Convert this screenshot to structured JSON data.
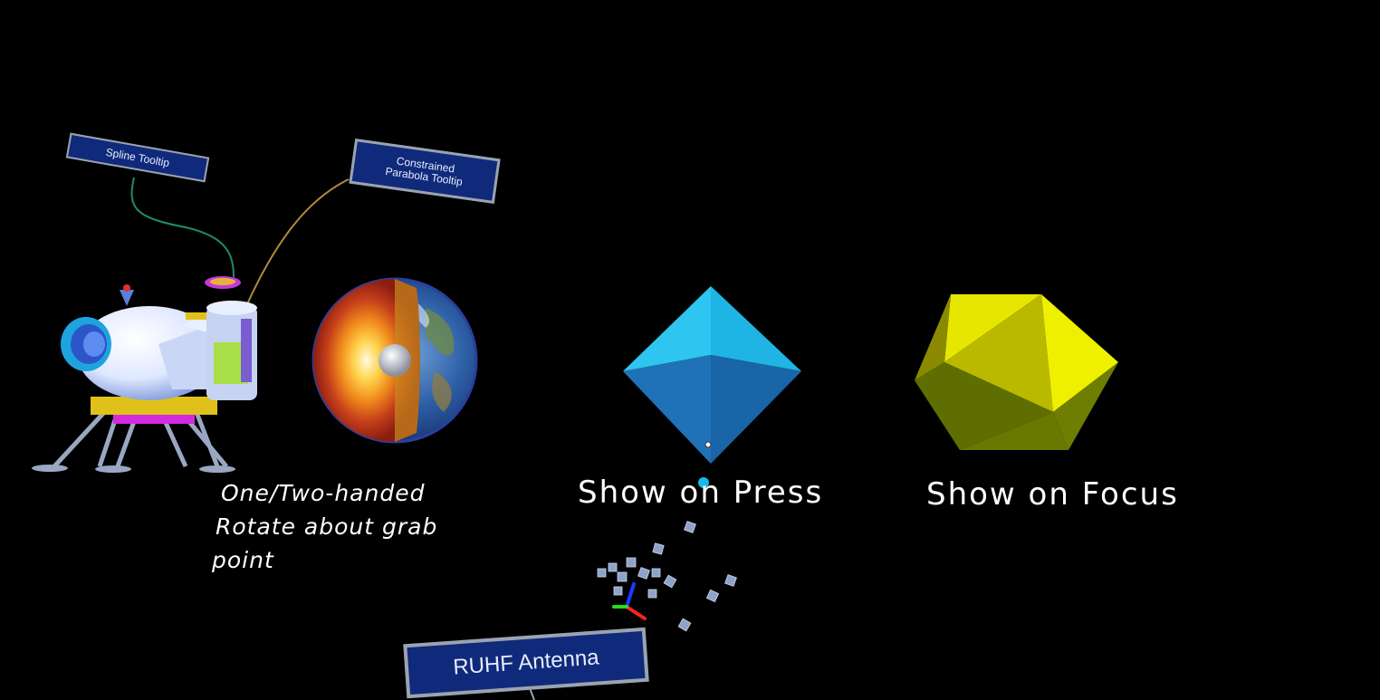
{
  "tooltips": {
    "spline": "Spline Tooltip",
    "parabola": "Constrained\nParabola Tooltip",
    "antenna": "RUHF Antenna"
  },
  "labels": {
    "rotate": {
      "line1": "One/Two-handed",
      "line2": "Rotate about grab",
      "line3": "point"
    },
    "press": "Show on Press",
    "focus": "Show on Focus"
  },
  "colors": {
    "background": "#000000",
    "tooltip_fill": "#0f2a7a",
    "tooltip_border": "#9ca3af",
    "octahedron": "#1fb6e6",
    "icosahedron": "#d6d600"
  },
  "objects": {
    "lander": "lunar-lander-model",
    "earth": "earth-core-cutaway-model",
    "octahedron": "octahedron",
    "icosahedron": "icosahedron",
    "gizmo": "transform-axes-gizmo"
  }
}
